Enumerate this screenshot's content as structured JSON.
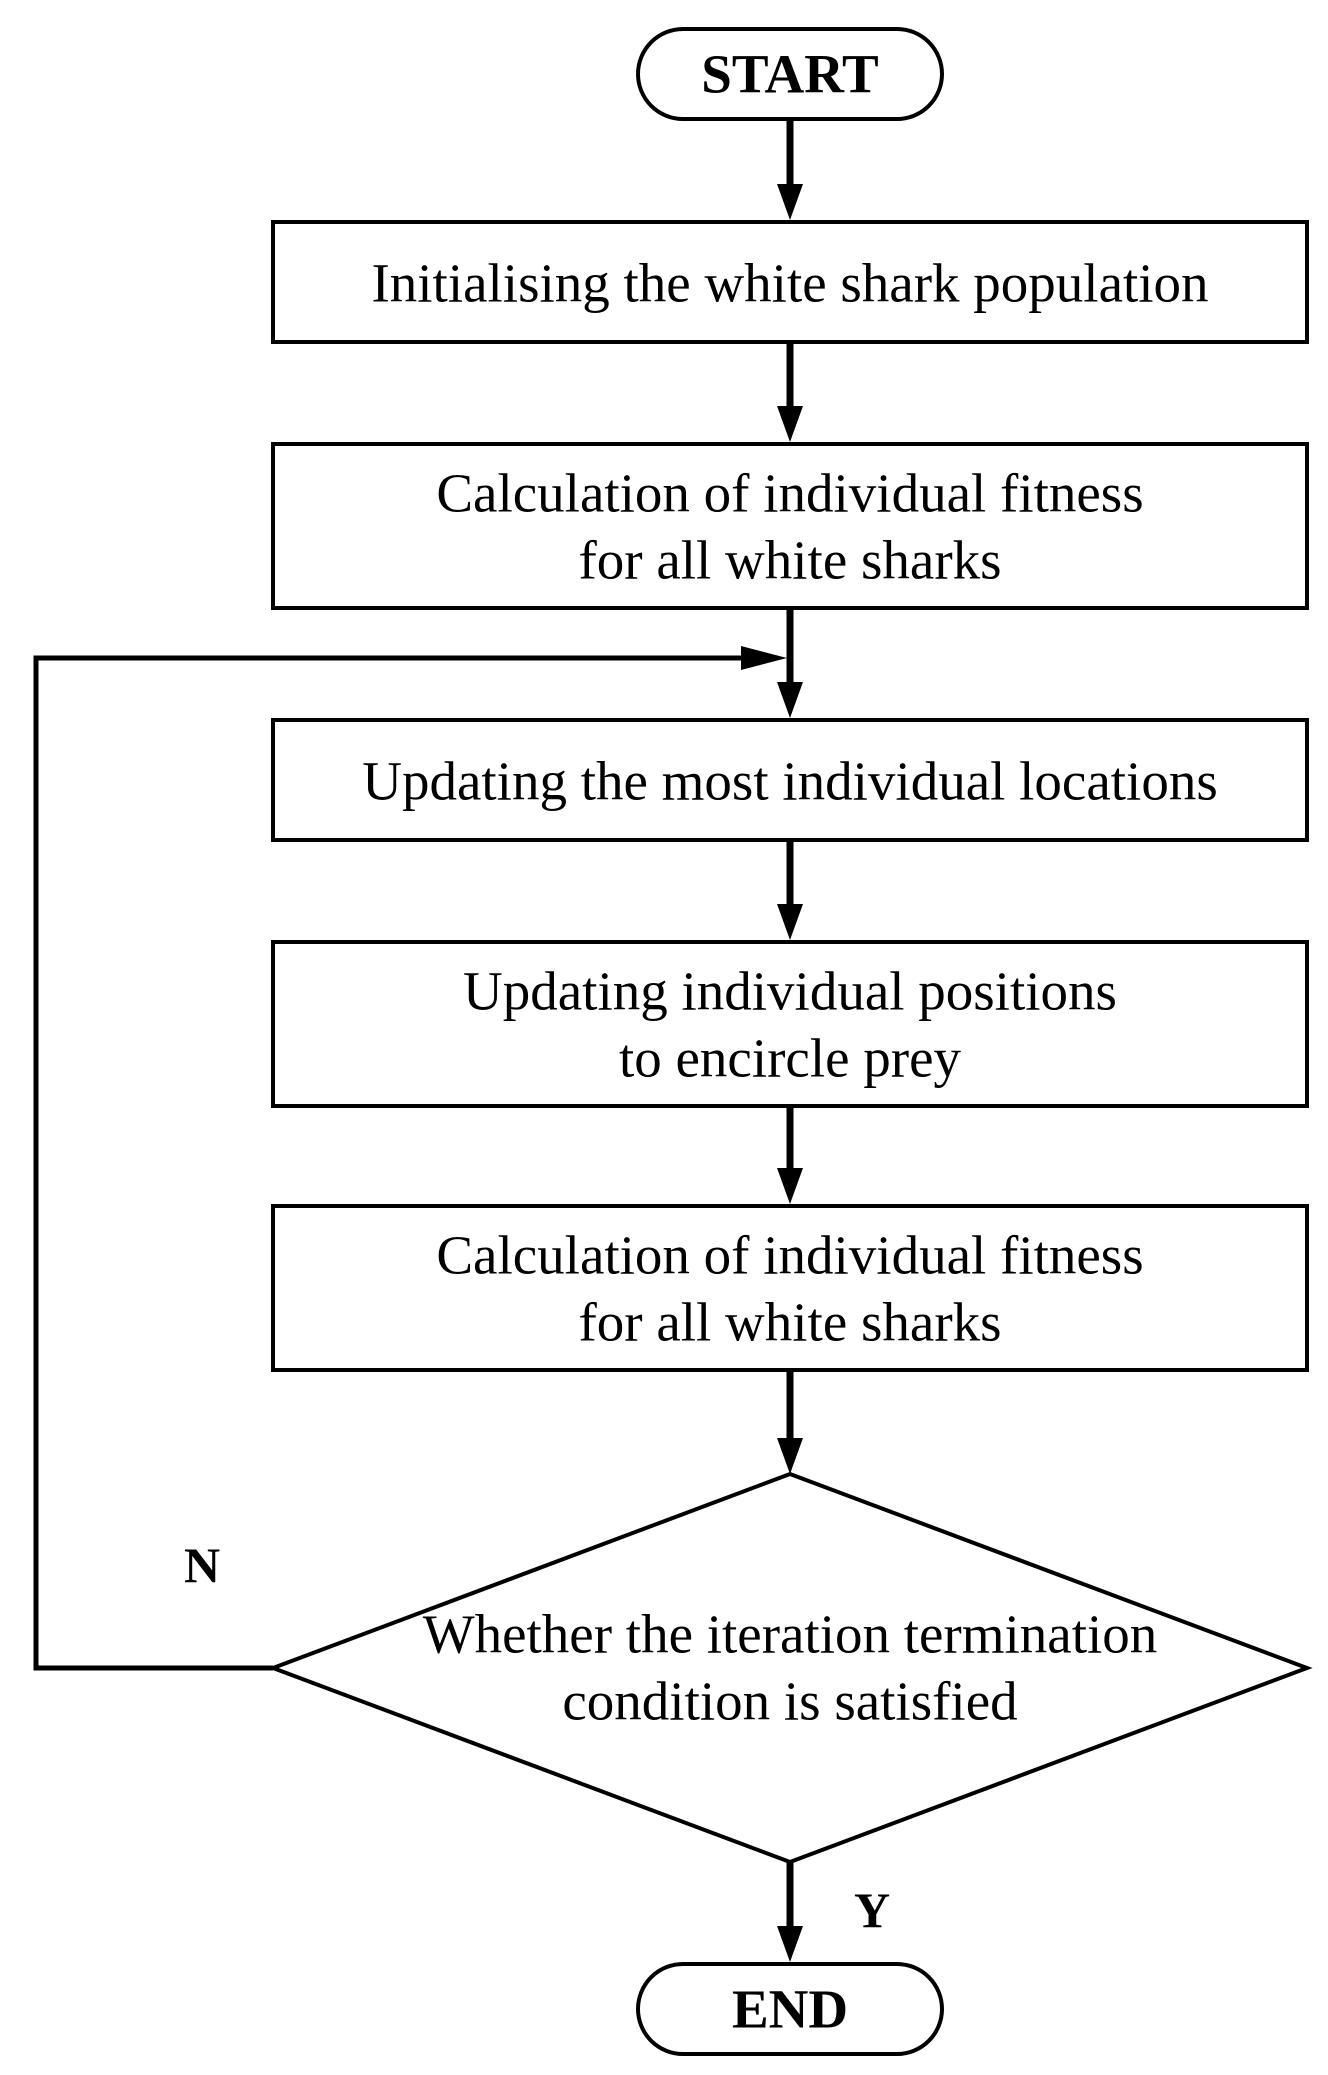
{
  "nodes": {
    "start": {
      "label": "START"
    },
    "init": {
      "line1": "Initialising the white shark population"
    },
    "fitness1": {
      "line1": "Calculation of individual fitness",
      "line2": "for all white sharks"
    },
    "update_best": {
      "line1": "Updating the most individual locations"
    },
    "encircle": {
      "line1": "Updating individual positions",
      "line2": "to encircle prey"
    },
    "fitness2": {
      "line1": "Calculation of individual fitness",
      "line2": "for all white sharks"
    },
    "decision": {
      "line1": "Whether the iteration termination",
      "line2": "condition is satisfied"
    },
    "end": {
      "label": "END"
    }
  },
  "branches": {
    "no": "N",
    "yes": "Y"
  }
}
